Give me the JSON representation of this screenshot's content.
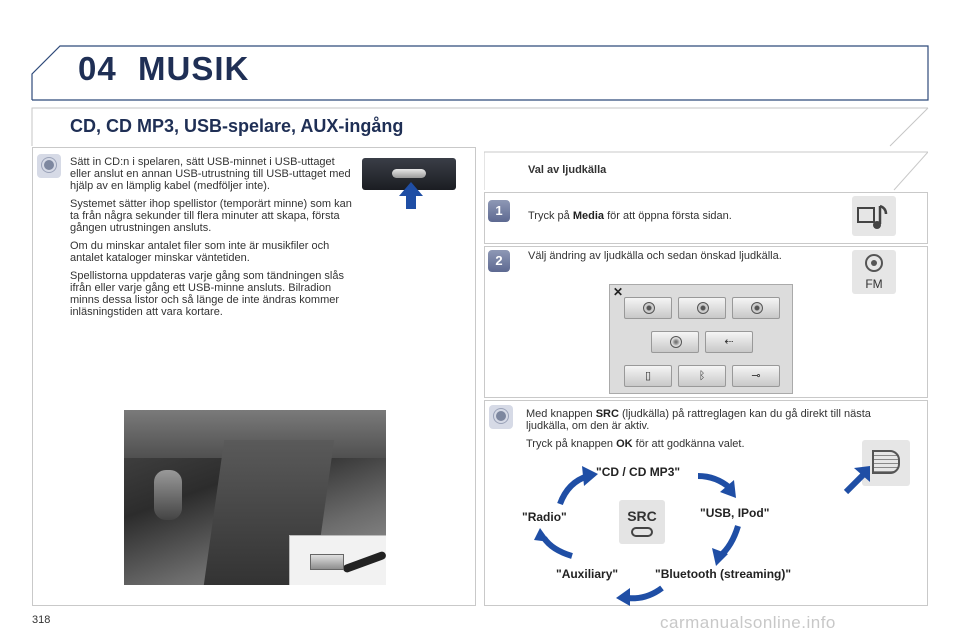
{
  "header": {
    "chapter_number": "04",
    "chapter_title": "MUSIK"
  },
  "section_title": "CD, CD MP3, USB-spelare, AUX-ingång",
  "left_panel": {
    "paragraphs": [
      "Sätt in CD:n i spelaren, sätt USB-minnet i USB-uttaget eller anslut en annan USB-utrustning till USB-uttaget med hjälp av en lämplig kabel (medföljer inte).",
      "Systemet sätter ihop spellistor (temporärt minne) som kan ta från några sekunder till flera minuter att skapa, första gången utrustningen ansluts.",
      "Om du minskar antalet filer som inte är musikfiler och antalet kataloger minskar väntetiden.",
      "Spellistorna uppdateras varje gång som tändningen slås ifrån eller varje gång ett USB-minne ansluts. Bilradion minns dessa listor och så länge de inte ändras kommer inläsningstiden att vara kortare."
    ]
  },
  "right_panel": {
    "heading": "Val av ljudkälla",
    "step1": {
      "number": "1",
      "text_before": "Tryck på ",
      "bold": "Media",
      "text_after": " för att öppna första sidan."
    },
    "step2": {
      "number": "2",
      "text": "Välj ändring av ljudkälla och sedan önskad ljudkälla.",
      "fm_label": "FM"
    },
    "grid": {
      "close": "✕"
    },
    "tip": {
      "line1_before": "Med knappen ",
      "line1_bold": "SRC",
      "line1_after": " (ljudkälla) på rattreglagen kan du gå direkt till nästa ljudkälla, om den är aktiv.",
      "line2_before": "Tryck på knappen ",
      "line2_bold": "OK",
      "line2_after": " för att godkänna valet."
    },
    "src_cycle": {
      "key": "SRC",
      "cd": "\"CD / CD MP3\"",
      "usb": "\"USB, IPod\"",
      "bluetooth": "\"Bluetooth (streaming)\"",
      "auxiliary": "\"Auxiliary\"",
      "radio": "\"Radio\""
    }
  },
  "footer": {
    "page_number": "318",
    "watermark": "carmanualsonline.info"
  },
  "colors": {
    "title_blue": "#1f2f55",
    "arrow_blue": "#1f4ea5"
  }
}
